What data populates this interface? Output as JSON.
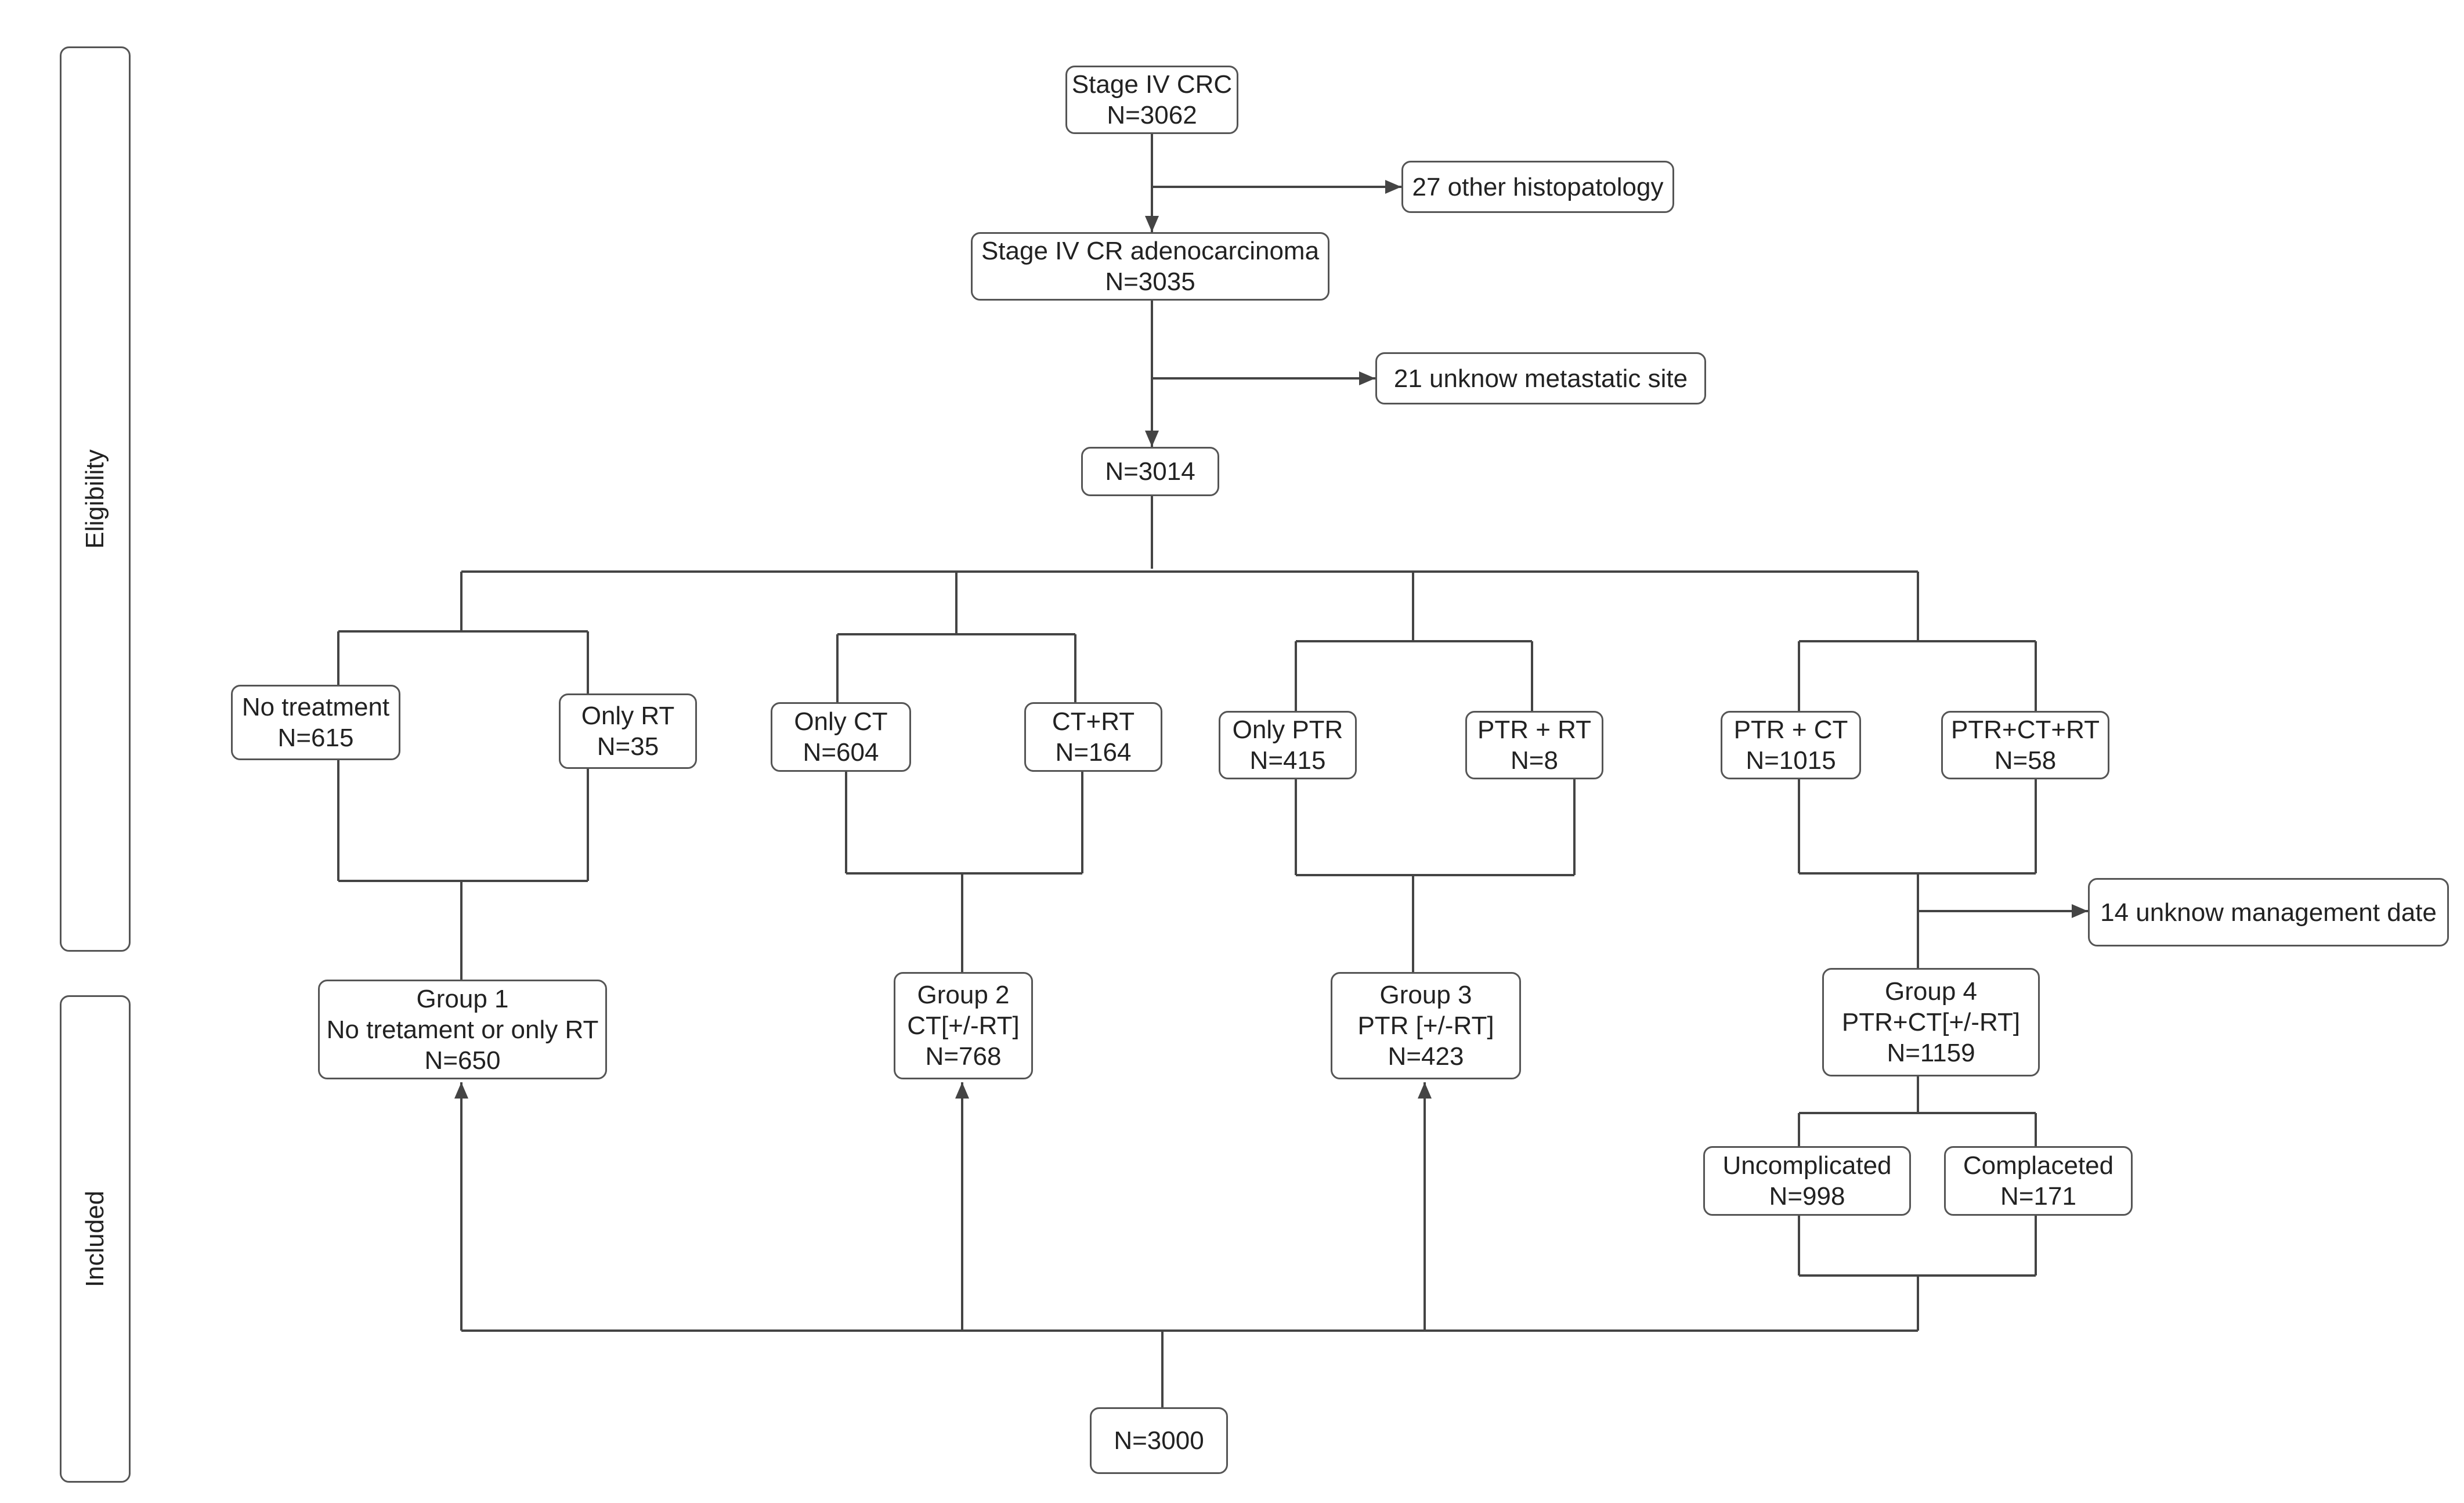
{
  "phases": {
    "eligibility": "Eligibility",
    "included": "Included"
  },
  "top": {
    "stage_iv_crc": [
      "Stage IV CRC",
      "N=3062"
    ],
    "excluded_histo": "27 other histopatology",
    "adenocarcinoma": [
      "Stage IV CR adenocarcinoma",
      "N=3035"
    ],
    "excluded_site": "21 unknow metastatic site",
    "n3014": "N=3014"
  },
  "treatments": {
    "no_treatment": [
      "No treatment",
      "N=615"
    ],
    "only_rt": [
      "Only RT",
      "N=35"
    ],
    "only_ct": [
      "Only CT",
      "N=604"
    ],
    "ct_rt": [
      "CT+RT",
      "N=164"
    ],
    "only_ptr": [
      "Only PTR",
      "N=415"
    ],
    "ptr_rt": [
      "PTR + RT",
      "N=8"
    ],
    "ptr_ct": [
      "PTR + CT",
      "N=1015"
    ],
    "ptr_ct_rt": [
      "PTR+CT+RT",
      "N=58"
    ]
  },
  "excluded_mgmt": "14 unknow management date",
  "groups": {
    "g1": [
      "Group 1",
      "No tretament or only RT",
      "N=650"
    ],
    "g2": [
      "Group 2",
      "CT[+/-RT]",
      "N=768"
    ],
    "g3": [
      "Group  3",
      "PTR [+/-RT]",
      "N=423"
    ],
    "g4": [
      "Group 4",
      "PTR+CT[+/-RT]",
      "N=1159"
    ]
  },
  "subgroups": {
    "uncomplicated": [
      "Uncomplicated",
      "N=998"
    ],
    "complicated": [
      "Complaceted",
      "N=171"
    ]
  },
  "total": "N=3000"
}
